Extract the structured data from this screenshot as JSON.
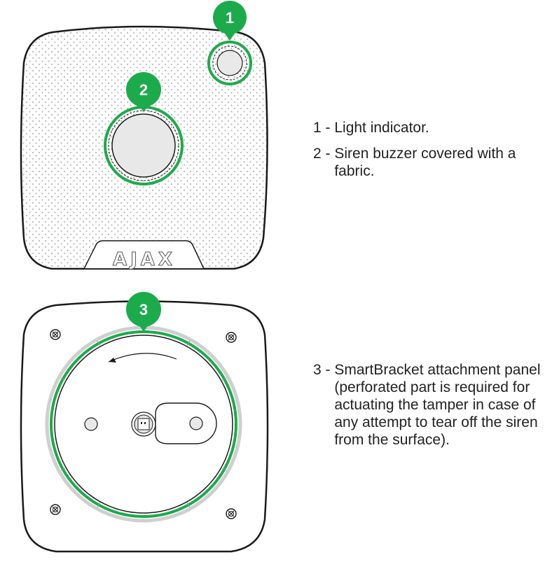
{
  "colors": {
    "accent": "#1cab4b",
    "outline": "#1b1b1b",
    "dots": "#b9b9b9",
    "speaker": "#e8e8e8"
  },
  "front_view": {
    "logo": "AJAX",
    "markers": [
      {
        "number": "1",
        "target": "light indicator"
      },
      {
        "number": "2",
        "target": "siren buzzer"
      }
    ]
  },
  "back_view": {
    "markers": [
      {
        "number": "3",
        "target": "SmartBracket attachment panel"
      }
    ]
  },
  "legend": [
    {
      "number": "1 - ",
      "text": "Light indicator."
    },
    {
      "number": "2 - ",
      "text": "Siren buzzer covered with a fabric."
    },
    {
      "number": "3 - ",
      "text": "SmartBracket attachment panel (perforated part is required for actuating the tamper in case of any attempt to tear off the siren from the surface)."
    }
  ]
}
